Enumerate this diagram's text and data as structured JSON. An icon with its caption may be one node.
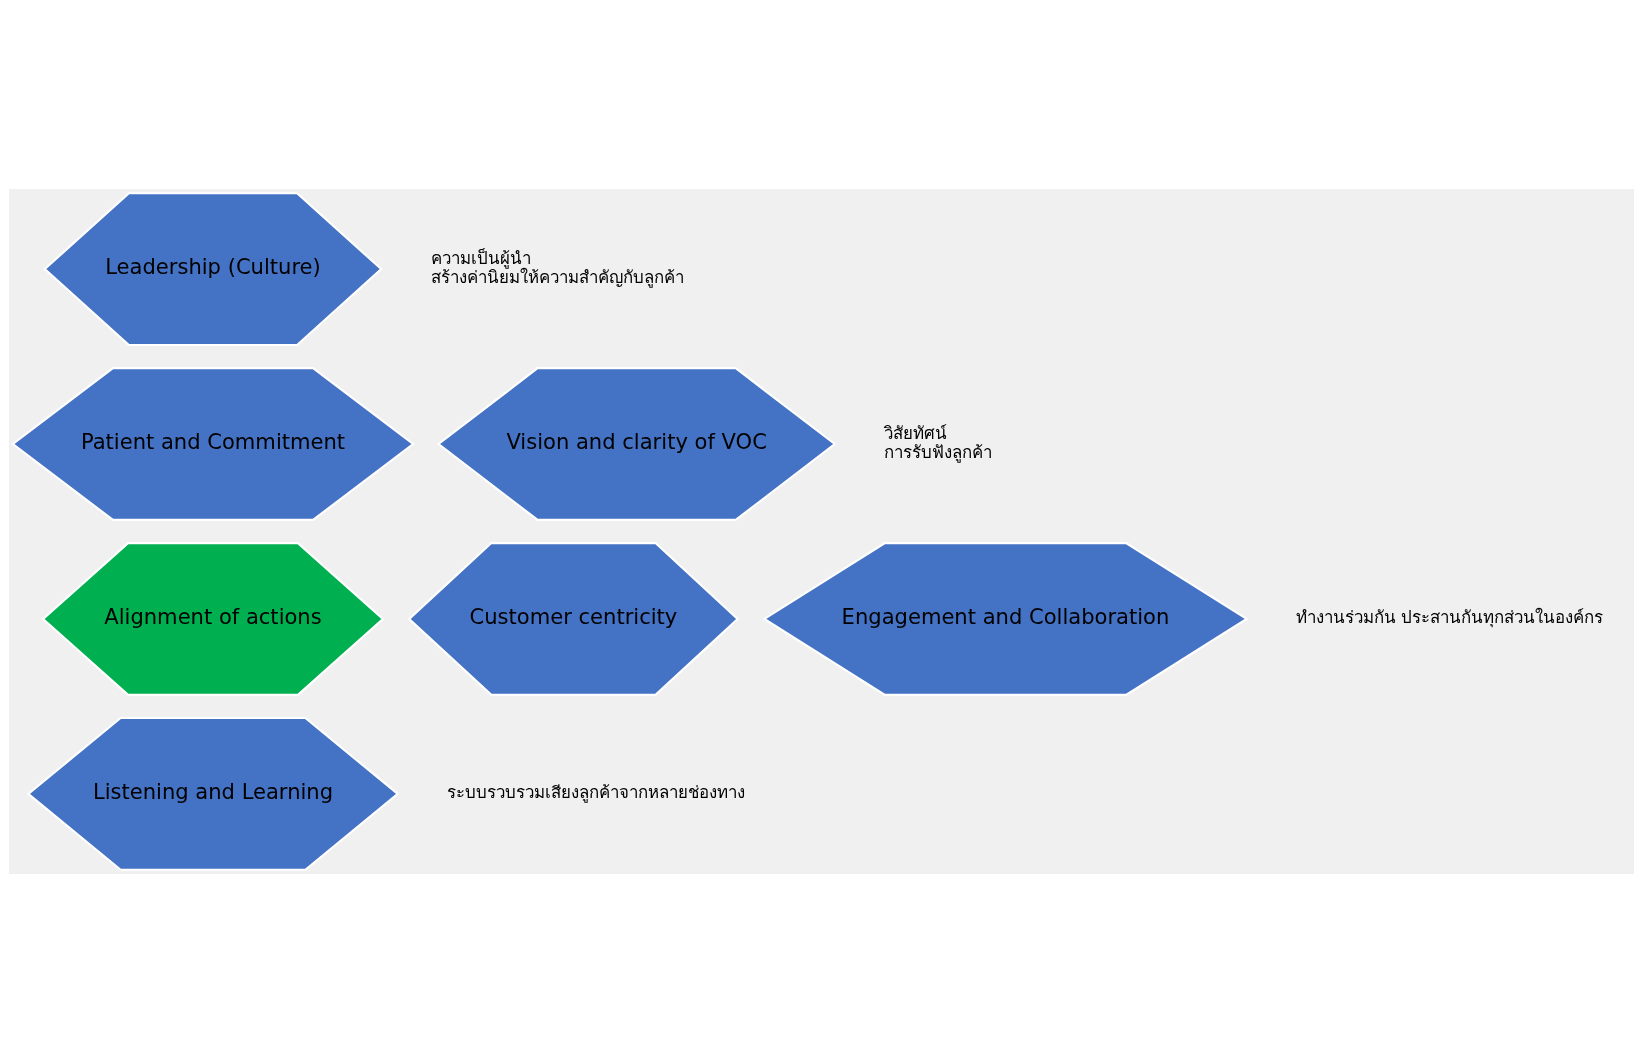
{
  "diagram": {
    "nodes": [
      {
        "text": [
          "Leadership (Culture)"
        ],
        "beside": [
          "ความเป็นผู้นำ",
          "สร้างค่านิยมให้ความสำคัญกับลูกค้า"
        ]
      },
      {
        "text": [
          "Patient and Commitment"
        ]
      },
      {
        "text": [
          "Vision and clarity of VOC"
        ],
        "beside": [
          "วิสัยทัศน์",
          "การรับฟังลูกค้า"
        ]
      },
      {
        "text": [
          "Customer centricity"
        ]
      },
      {
        "text": [
          "Alignment of actions"
        ]
      },
      {
        "text": [
          "Engagement and Collaboration"
        ],
        "beside": [
          "ทำงานร่วมกัน ประสานกันทุกส่วนในองค์กร"
        ]
      },
      {
        "text": [
          "Listening and Learning"
        ],
        "beside": [
          "ระบบรวบรวมเสียงลูกค้าจากหลายช่องทาง"
        ]
      }
    ]
  }
}
